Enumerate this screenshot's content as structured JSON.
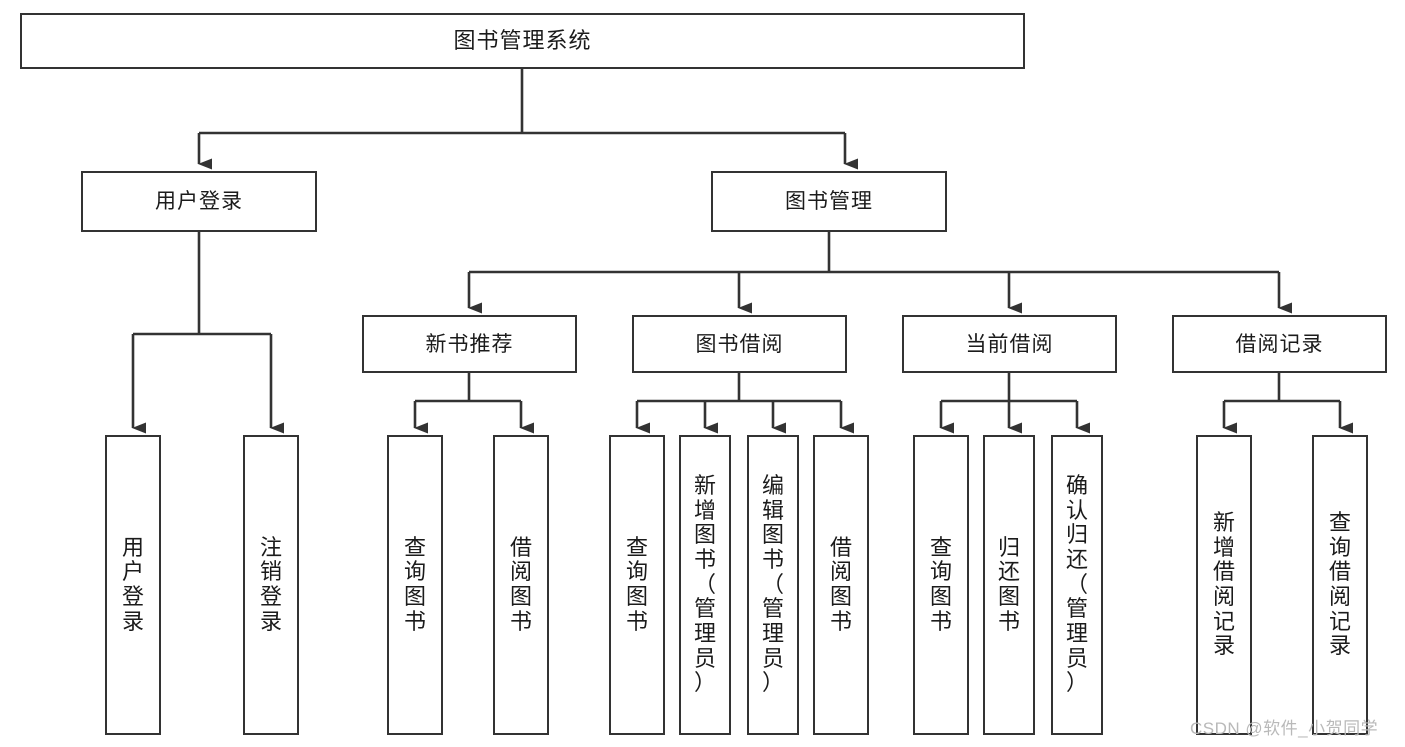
{
  "diagram": {
    "type": "tree-hierarchy",
    "title": "图书管理系统",
    "watermark": "CSDN @软件_小贺同学",
    "colors": {
      "stroke": "#333333",
      "fill": "#ffffff",
      "text": "#1b1b1b",
      "watermark": "#b9b9b9"
    },
    "nodes": {
      "root": {
        "label": "图书管理系统"
      },
      "level2": [
        {
          "id": "user-login",
          "label": "用户登录"
        },
        {
          "id": "book-manage",
          "label": "图书管理"
        }
      ],
      "level3": [
        {
          "id": "new-book-recommend",
          "label": "新书推荐"
        },
        {
          "id": "book-borrow",
          "label": "图书借阅"
        },
        {
          "id": "current-borrow",
          "label": "当前借阅"
        },
        {
          "id": "borrow-record",
          "label": "借阅记录"
        }
      ],
      "leaves": {
        "user-login": [
          {
            "id": "leaf-user-login",
            "label": "用户登录"
          },
          {
            "id": "leaf-logout",
            "label": "注销登录"
          }
        ],
        "new-book-recommend": [
          {
            "id": "leaf-query-book-1",
            "label": "查询图书"
          },
          {
            "id": "leaf-borrow-book-1",
            "label": "借阅图书"
          }
        ],
        "book-borrow": [
          {
            "id": "leaf-query-book-2",
            "label": "查询图书"
          },
          {
            "id": "leaf-add-book",
            "label": "新增图书（管理员）"
          },
          {
            "id": "leaf-edit-book",
            "label": "编辑图书（管理员）"
          },
          {
            "id": "leaf-borrow-book-2",
            "label": "借阅图书"
          }
        ],
        "current-borrow": [
          {
            "id": "leaf-query-book-3",
            "label": "查询图书"
          },
          {
            "id": "leaf-return-book",
            "label": "归还图书"
          },
          {
            "id": "leaf-confirm-return",
            "label": "确认归还（管理员）"
          }
        ],
        "borrow-record": [
          {
            "id": "leaf-add-record",
            "label": "新增借阅记录"
          },
          {
            "id": "leaf-query-record",
            "label": "查询借阅记录"
          }
        ]
      }
    }
  }
}
